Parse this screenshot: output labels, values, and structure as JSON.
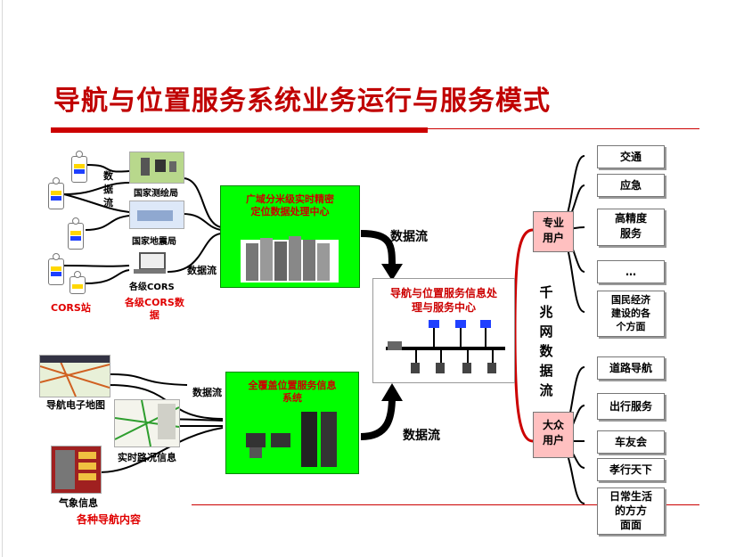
{
  "title": "导航与位置服务系统业务运行与服务模式",
  "left_top": {
    "org1": "国家测绘局",
    "org2": "国家地震局",
    "org3": "各级CORS",
    "data_flow_v": [
      "数",
      "据",
      "流"
    ],
    "data_flow_h": "数据流",
    "cors_station": "CORS站",
    "cors_data": [
      "各级CORS数",
      "据"
    ]
  },
  "green_top": {
    "title_lines": [
      "广域分米级实时精密",
      "定位数据处理中心"
    ]
  },
  "green_bottom": {
    "title_lines": [
      "全覆盖位置服务信息",
      "系统"
    ]
  },
  "center": {
    "title_lines": [
      "导航与位置服务信息处",
      "理与服务中心"
    ]
  },
  "flows": {
    "top": "数据流",
    "bottom": "数据流"
  },
  "left_bottom": {
    "map_label": "导航电子地图",
    "data_flow": "数据流",
    "traffic_label": "实时路况信息",
    "weather_label": "气象信息",
    "nav_content": "各种导航内容"
  },
  "vertical_flow": [
    "千",
    "兆",
    "网",
    "数",
    "据",
    "流"
  ],
  "pro_users": [
    "专业",
    "用户"
  ],
  "public_users": [
    "大众",
    "用户"
  ],
  "pro_items": [
    [
      "交通"
    ],
    [
      "应急"
    ],
    [
      "高精度",
      "服务"
    ],
    [
      "…"
    ],
    [
      "国民经济",
      "建设的各",
      "个方面"
    ]
  ],
  "public_items": [
    [
      "道路导航"
    ],
    [
      "出行服务"
    ],
    [
      "车友会"
    ],
    [
      "孝行天下"
    ],
    [
      "日常生活",
      "的方方",
      "面面"
    ]
  ],
  "colors": {
    "title_red": "#c00000",
    "green": "#00ff00",
    "pink": "#ffc0c0"
  }
}
